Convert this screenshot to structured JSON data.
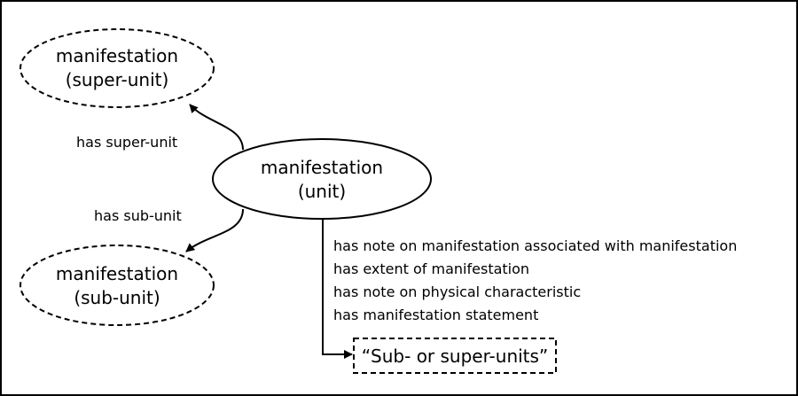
{
  "nodes": {
    "super_unit": {
      "line1": "manifestation",
      "line2": "(super-unit)"
    },
    "unit": {
      "line1": "manifestation",
      "line2": "(unit)"
    },
    "sub_unit": {
      "line1": "manifestation",
      "line2": "(sub-unit)"
    },
    "target": {
      "label": "“Sub- or super-units”"
    }
  },
  "edges": {
    "super": "has super-unit",
    "sub": "has sub-unit",
    "properties": [
      "has note on manifestation associated with manifestation",
      "has extent of manifestation",
      "has note on physical characteristic",
      "has manifestation statement"
    ]
  }
}
